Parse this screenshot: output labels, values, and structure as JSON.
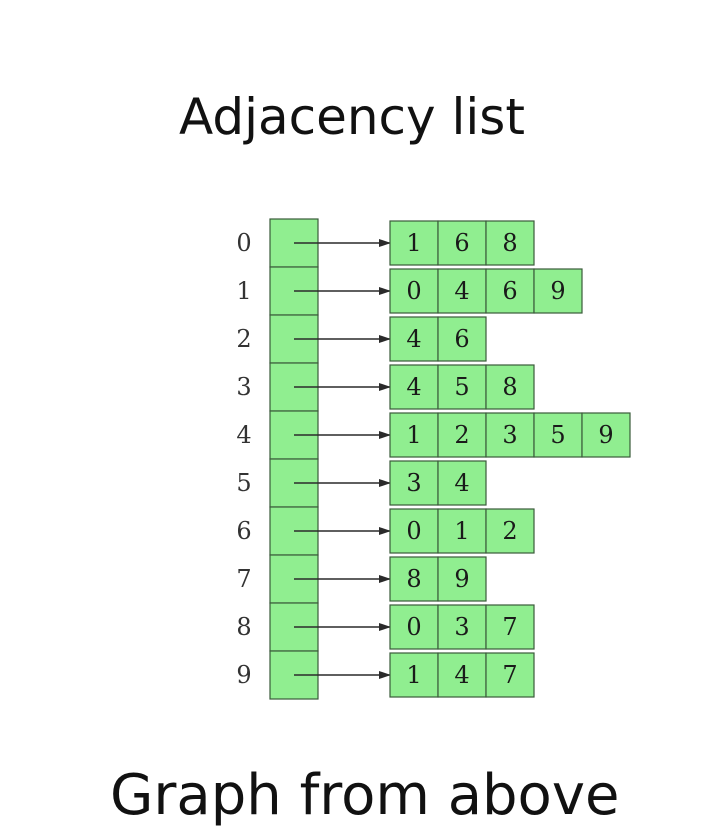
{
  "title": "Adjacency list",
  "footer_text": "Graph from above",
  "colors": {
    "cell_fill": "#90ee90",
    "cell_stroke": "#3a5a3a",
    "arrow": "#2a2a2a"
  },
  "adjacency": [
    {
      "vertex": "0",
      "neighbors": [
        "1",
        "6",
        "8"
      ]
    },
    {
      "vertex": "1",
      "neighbors": [
        "0",
        "4",
        "6",
        "9"
      ]
    },
    {
      "vertex": "2",
      "neighbors": [
        "4",
        "6"
      ]
    },
    {
      "vertex": "3",
      "neighbors": [
        "4",
        "5",
        "8"
      ]
    },
    {
      "vertex": "4",
      "neighbors": [
        "1",
        "2",
        "3",
        "5",
        "9"
      ]
    },
    {
      "vertex": "5",
      "neighbors": [
        "3",
        "4"
      ]
    },
    {
      "vertex": "6",
      "neighbors": [
        "0",
        "1",
        "2"
      ]
    },
    {
      "vertex": "7",
      "neighbors": [
        "8",
        "9"
      ]
    },
    {
      "vertex": "8",
      "neighbors": [
        "0",
        "3",
        "7"
      ]
    },
    {
      "vertex": "9",
      "neighbors": [
        "1",
        "4",
        "7"
      ]
    }
  ]
}
